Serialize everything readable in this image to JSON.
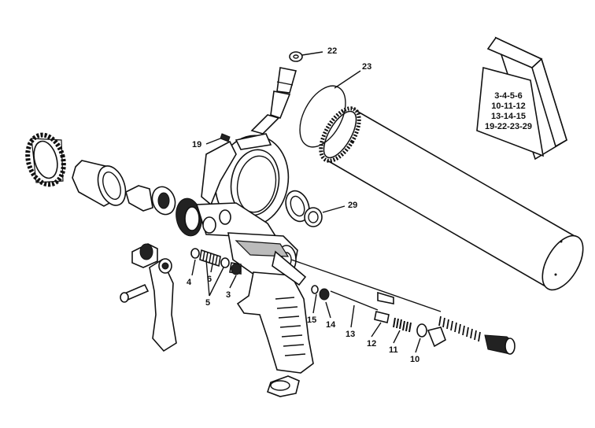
{
  "labels": {
    "p22": "22",
    "p23": "23",
    "p19": "19",
    "p29": "29",
    "p4": "4",
    "p6": "6",
    "p5": "5",
    "p3": "3",
    "p15": "15",
    "p14": "14",
    "p13": "13",
    "p12": "12",
    "p11": "11",
    "p10": "10"
  },
  "repair_kit": {
    "lines": [
      "3-4-5-6",
      "10-11-12",
      "13-14-15",
      "19-22-23-29"
    ]
  }
}
